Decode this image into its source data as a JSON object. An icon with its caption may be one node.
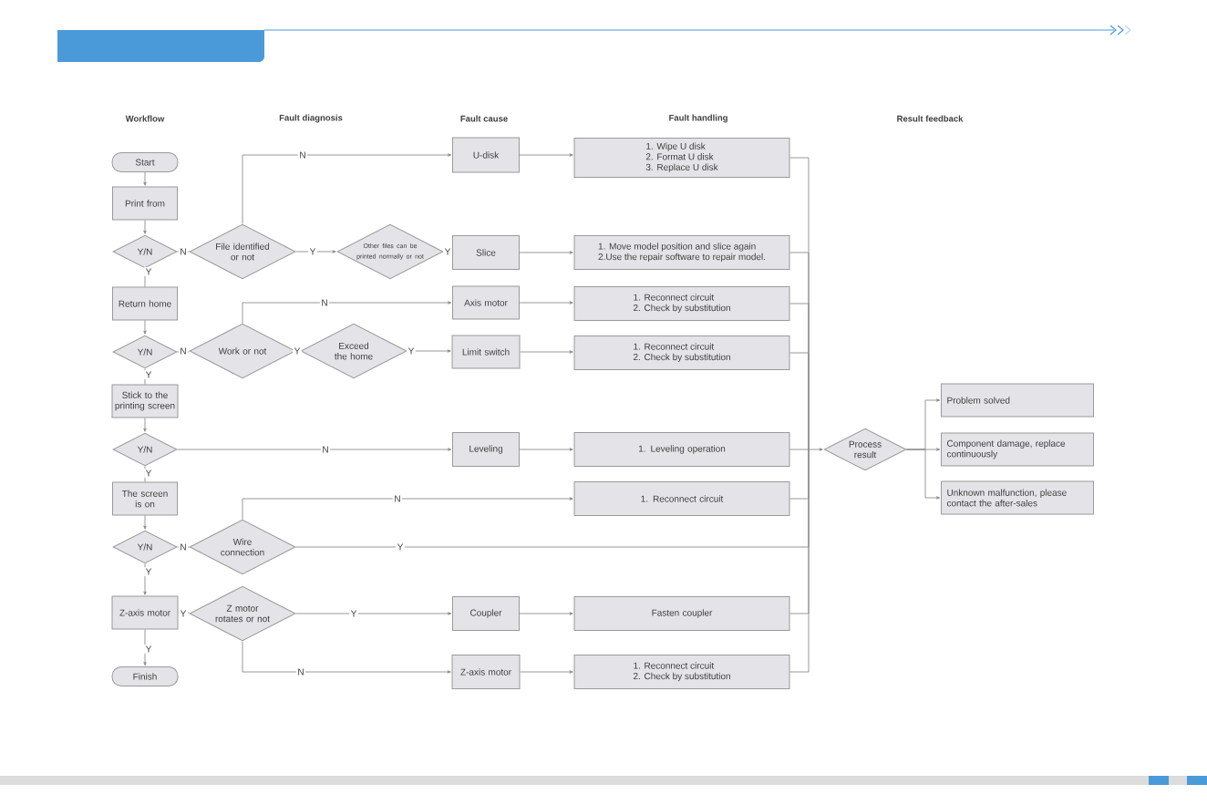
{
  "diagram": {
    "nodes": [
      {
        "text": [
          "Start"
        ]
      },
      {
        "text": [
          "Print from"
        ]
      },
      {
        "text": [
          "Y/N"
        ]
      },
      {
        "text": [
          "Return home"
        ]
      },
      {
        "text": [
          "Y/N"
        ]
      },
      {
        "text": [
          "Stick to the printing screen"
        ]
      },
      {
        "text": [
          "Y/N"
        ]
      },
      {
        "text": [
          "The screen is on"
        ]
      },
      {
        "text": [
          "Y/N"
        ]
      },
      {
        "text": [
          "Z-axis motor"
        ]
      },
      {
        "text": [
          "Finish"
        ]
      },
      {
        "text": [
          "File identified or not"
        ]
      },
      {
        "text": [
          "Other files can be printed normally or not"
        ]
      },
      {
        "text": [
          "Work or not"
        ]
      },
      {
        "text": [
          "Exceed the home"
        ]
      },
      {
        "text": [
          "Wire connection"
        ]
      },
      {
        "text": [
          "Z motor rotates or not"
        ]
      },
      {
        "text": [
          "U-disk"
        ]
      },
      {
        "text": [
          "Slice"
        ]
      },
      {
        "text": [
          "Axis motor"
        ]
      },
      {
        "text": [
          "Limit switch"
        ]
      },
      {
        "text": [
          "Leveling"
        ]
      },
      {
        "text": [
          "Coupler"
        ]
      },
      {
        "text": [
          "Z-axis motor"
        ]
      },
      {
        "text": [
          "1. Wipe U disk",
          "2. Format U disk",
          "3. Replace U disk"
        ]
      },
      {
        "text": [
          "1. Move model position and slice again",
          "2.Use the repair software to repair model."
        ]
      },
      {
        "text": [
          "1. Reconnect circuit",
          "2. Check by substitution"
        ]
      },
      {
        "text": [
          "1. Reconnect circuit",
          "2. Check by substitution"
        ]
      },
      {
        "text": [
          "1. Leveling operation"
        ]
      },
      {
        "text": [
          "1. Reconnect circuit"
        ]
      },
      {
        "text": [
          "Fasten coupler"
        ]
      },
      {
        "text": [
          "1. Reconnect circuit",
          "2. Check by substitution"
        ]
      },
      {
        "text": [
          "Process result"
        ]
      },
      {
        "text": [
          "Problem solved"
        ]
      },
      {
        "text": [
          "Component damage, replace continuously"
        ]
      },
      {
        "text": [
          "Unknown malfunction, please contact the after-sales"
        ]
      }
    ],
    "edges": [
      {
        "from": 0,
        "to": 1,
        "arrow": "to"
      },
      {
        "from": 1,
        "to": 2,
        "arrow": "to"
      },
      {
        "from": 2,
        "to": 3,
        "arrow": "none",
        "label": "Y"
      },
      {
        "from": 3,
        "to": 4,
        "arrow": "to"
      },
      {
        "from": 4,
        "to": 5,
        "arrow": "none",
        "label": "Y"
      },
      {
        "from": 5,
        "to": 6,
        "arrow": "to"
      },
      {
        "from": 6,
        "to": 7,
        "arrow": "none",
        "label": "Y"
      },
      {
        "from": 7,
        "to": 8,
        "arrow": "to"
      },
      {
        "from": 8,
        "to": 9,
        "arrow": "to",
        "label": "Y"
      },
      {
        "from": 9,
        "to": 10,
        "arrow": "to",
        "label": "Y"
      },
      {
        "from": 2,
        "to": 11,
        "arrow": "none",
        "label": "N"
      },
      {
        "from": 11,
        "to": 17,
        "arrow": "to",
        "label": "N"
      },
      {
        "from": 11,
        "to": 12,
        "arrow": "to",
        "label": "Y"
      },
      {
        "from": 12,
        "to": 18,
        "arrow": "none",
        "label": "Y"
      },
      {
        "from": 4,
        "to": 13,
        "arrow": "none",
        "label": "N"
      },
      {
        "from": 13,
        "to": 19,
        "arrow": "to",
        "label": "N"
      },
      {
        "from": 13,
        "to": 14,
        "arrow": "none",
        "label": "Y"
      },
      {
        "from": 14,
        "to": 20,
        "arrow": "to",
        "label": "Y"
      },
      {
        "from": 6,
        "to": 21,
        "arrow": "to",
        "label": "N"
      },
      {
        "from": 8,
        "to": 15,
        "arrow": "none",
        "label": "N"
      },
      {
        "from": 15,
        "to": 29,
        "arrow": "to",
        "label": "N"
      },
      {
        "from": 15,
        "to": 32,
        "arrow": "to",
        "label": "Y"
      },
      {
        "from": 9,
        "to": 16,
        "arrow": "none",
        "label": "Y"
      },
      {
        "from": 16,
        "to": 22,
        "arrow": "to",
        "label": "Y"
      },
      {
        "from": 16,
        "to": 23,
        "arrow": "to",
        "label": "N"
      },
      {
        "from": 17,
        "to": 24,
        "arrow": "to"
      },
      {
        "from": 18,
        "to": 25,
        "arrow": "to"
      },
      {
        "from": 19,
        "to": 26,
        "arrow": "to"
      },
      {
        "from": 20,
        "to": 27,
        "arrow": "to"
      },
      {
        "from": 21,
        "to": 28,
        "arrow": "to"
      },
      {
        "from": 22,
        "to": 30,
        "arrow": "to"
      },
      {
        "from": 23,
        "to": 31,
        "arrow": "to"
      },
      {
        "from": 24,
        "to": 32,
        "arrow": "to"
      },
      {
        "from": 25,
        "to": 32,
        "arrow": "to"
      },
      {
        "from": 26,
        "to": 32,
        "arrow": "to"
      },
      {
        "from": 27,
        "to": 32,
        "arrow": "to"
      },
      {
        "from": 28,
        "to": 32,
        "arrow": "to"
      },
      {
        "from": 29,
        "to": 32,
        "arrow": "to"
      },
      {
        "from": 30,
        "to": 32,
        "arrow": "to"
      },
      {
        "from": 31,
        "to": 32,
        "arrow": "to"
      },
      {
        "from": 32,
        "to": 33,
        "arrow": "to"
      },
      {
        "from": 32,
        "to": 34,
        "arrow": "to"
      },
      {
        "from": 32,
        "to": 35,
        "arrow": "to"
      }
    ],
    "labels": [
      "Workflow",
      "Fault diagnosis",
      "Fault cause",
      "Fault handling",
      "Result feedback"
    ]
  }
}
